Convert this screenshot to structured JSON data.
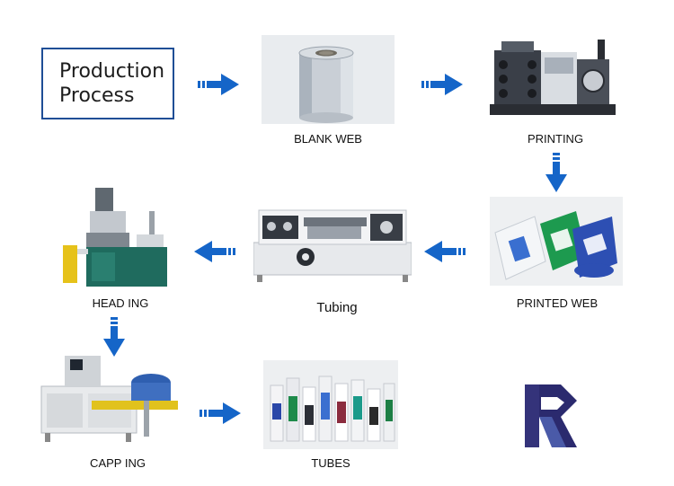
{
  "title": {
    "line1": "Production",
    "line2": "Process"
  },
  "steps": {
    "blank_web": "BLANK WEB",
    "printing": "PRINTING",
    "printed_web": "PRINTED WEB",
    "tubing": "Tubing",
    "heading": "HEAD ING",
    "capping": "CAPP ING",
    "tubes": "TUBES"
  },
  "colors": {
    "arrow": "#1565c8",
    "title_border": "#1f4e96",
    "logo_dark": "#2b2a6e",
    "logo_mid": "#4a5aa8"
  }
}
